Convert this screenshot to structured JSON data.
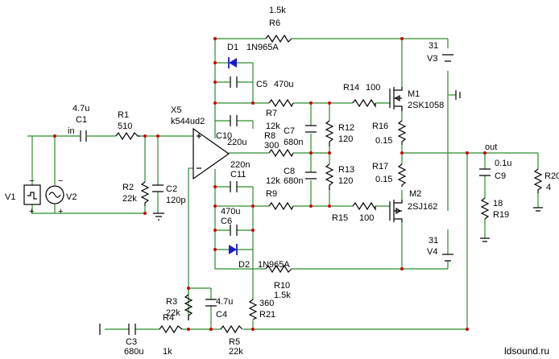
{
  "components": {
    "R1": {
      "ref": "R1",
      "value": "510"
    },
    "R2": {
      "ref": "R2",
      "value": "22k"
    },
    "R3": {
      "ref": "R3",
      "value": "22k"
    },
    "R4": {
      "ref": "R4",
      "value": "1k"
    },
    "R5": {
      "ref": "R5",
      "value": "22k"
    },
    "R6": {
      "ref": "R6",
      "value": "1.5k"
    },
    "R7": {
      "ref": "R7",
      "value": "12k"
    },
    "R8": {
      "ref": "R8",
      "value": "300"
    },
    "R9": {
      "ref": "R9",
      "value": "12k"
    },
    "R10": {
      "ref": "R10",
      "value": "1.5k"
    },
    "R12": {
      "ref": "R12",
      "value": "120"
    },
    "R13": {
      "ref": "R13",
      "value": "120"
    },
    "R14": {
      "ref": "R14",
      "value": "100"
    },
    "R15": {
      "ref": "R15",
      "value": "100"
    },
    "R16": {
      "ref": "R16",
      "value": "0.15"
    },
    "R17": {
      "ref": "R17",
      "value": "0.15"
    },
    "R19": {
      "ref": "R19",
      "value": "18"
    },
    "R20": {
      "ref": "R20",
      "value": "4"
    },
    "R21": {
      "ref": "R21",
      "value": "360"
    },
    "C1": {
      "ref": "C1",
      "value": "4.7u"
    },
    "C2": {
      "ref": "C2",
      "value": "120p"
    },
    "C3": {
      "ref": "C3",
      "value": "680u"
    },
    "C4": {
      "ref": "C4",
      "value": "4.7u"
    },
    "C5": {
      "ref": "C5",
      "value": "470u"
    },
    "C6": {
      "ref": "C6",
      "value": "470u"
    },
    "C7": {
      "ref": "C7",
      "value": "680n"
    },
    "C8": {
      "ref": "C8",
      "value": "680n"
    },
    "C9": {
      "ref": "C9",
      "value": "0.1u"
    },
    "C10": {
      "ref": "C10",
      "value": "220u"
    },
    "C11": {
      "ref": "C11",
      "value": "220n"
    },
    "D1": {
      "ref": "D1",
      "value": "1N965A"
    },
    "D2": {
      "ref": "D2",
      "value": "1N965A"
    },
    "M1": {
      "ref": "M1",
      "value": "2SK1058"
    },
    "M2": {
      "ref": "M2",
      "value": "2SJ162"
    },
    "X5": {
      "ref": "X5",
      "value": "k544ud2"
    },
    "V1": {
      "ref": "V1"
    },
    "V2": {
      "ref": "V2"
    },
    "V3": {
      "ref": "V3",
      "value": "31"
    },
    "V4": {
      "ref": "V4",
      "value": "31"
    }
  },
  "nets": {
    "in": "in",
    "out": "out"
  },
  "watermark": "ldsound.ru",
  "colors": {
    "wire": "#2b8c2b",
    "component": "#000000",
    "junction": "#cc0000",
    "diode": "#1a1acc"
  }
}
